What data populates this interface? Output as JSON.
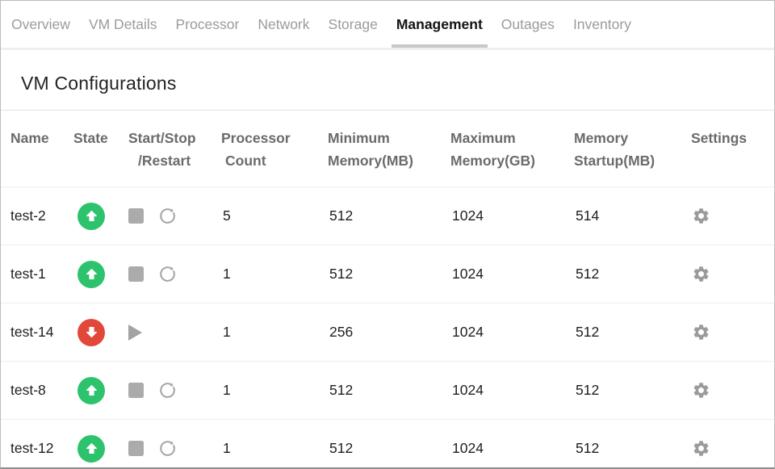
{
  "tabs": {
    "items": [
      {
        "label": "Overview",
        "active": false
      },
      {
        "label": "VM Details",
        "active": false
      },
      {
        "label": "Processor",
        "active": false
      },
      {
        "label": "Network",
        "active": false
      },
      {
        "label": "Storage",
        "active": false
      },
      {
        "label": "Management",
        "active": true
      },
      {
        "label": "Outages",
        "active": false
      },
      {
        "label": "Inventory",
        "active": false
      }
    ]
  },
  "section": {
    "title": "VM Configurations"
  },
  "table": {
    "headers": [
      {
        "lines": [
          "Name"
        ]
      },
      {
        "lines": [
          "State"
        ]
      },
      {
        "lines": [
          "Start/Stop",
          "/Restart"
        ]
      },
      {
        "lines": [
          "Processor",
          "Count"
        ]
      },
      {
        "lines": [
          "Minimum",
          "Memory(MB)"
        ]
      },
      {
        "lines": [
          "Maximum",
          "Memory(GB)"
        ]
      },
      {
        "lines": [
          "Memory",
          "Startup(MB)"
        ]
      },
      {
        "lines": [
          "Settings"
        ]
      }
    ],
    "rows": [
      {
        "name": "test-2",
        "state": "running",
        "state_icon": "up-arrow-circle-icon",
        "action_icons": [
          "stop-icon",
          "restart-icon"
        ],
        "processor_count": "5",
        "minimum_memory_mb": "512",
        "maximum_memory_gb": "1024",
        "memory_startup_mb": "514",
        "settings_icon": "gear-icon"
      },
      {
        "name": "test-1",
        "state": "running",
        "state_icon": "up-arrow-circle-icon",
        "action_icons": [
          "stop-icon",
          "restart-icon"
        ],
        "processor_count": "1",
        "minimum_memory_mb": "512",
        "maximum_memory_gb": "1024",
        "memory_startup_mb": "512",
        "settings_icon": "gear-icon"
      },
      {
        "name": "test-14",
        "state": "stopped",
        "state_icon": "down-arrow-circle-icon",
        "action_icons": [
          "play-icon"
        ],
        "processor_count": "1",
        "minimum_memory_mb": "256",
        "maximum_memory_gb": "1024",
        "memory_startup_mb": "512",
        "settings_icon": "gear-icon"
      },
      {
        "name": "test-8",
        "state": "running",
        "state_icon": "up-arrow-circle-icon",
        "action_icons": [
          "stop-icon",
          "restart-icon"
        ],
        "processor_count": "1",
        "minimum_memory_mb": "512",
        "maximum_memory_gb": "1024",
        "memory_startup_mb": "512",
        "settings_icon": "gear-icon"
      },
      {
        "name": "test-12",
        "state": "running",
        "state_icon": "up-arrow-circle-icon",
        "action_icons": [
          "stop-icon",
          "restart-icon"
        ],
        "processor_count": "1",
        "minimum_memory_mb": "512",
        "maximum_memory_gb": "1024",
        "memory_startup_mb": "512",
        "settings_icon": "gear-icon"
      }
    ]
  },
  "colors": {
    "state_running": "#2dc36d",
    "state_stopped": "#e2483a",
    "icon_gray": "#a5a5a5",
    "gear_gray": "#9b9b9b",
    "active_tab_underline": "#c8c8c8"
  }
}
